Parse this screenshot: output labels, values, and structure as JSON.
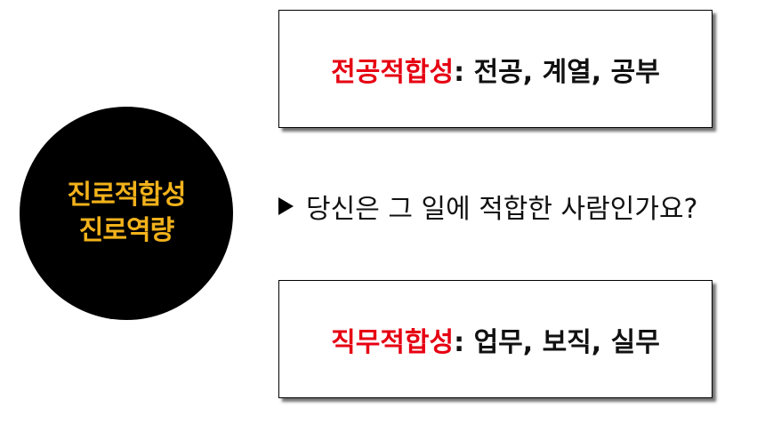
{
  "circle": {
    "line1": "진로적합성",
    "line2": "진로역량"
  },
  "top_box": {
    "highlight": "전공적합성",
    "rest": ": 전공, 계열, 공부"
  },
  "question": {
    "icon": "triangle-right-icon",
    "text": "당신은 그 일에 적합한 사람인가요?"
  },
  "bottom_box": {
    "highlight": "직무적합성",
    "rest": ": 업무, 보직, 실무"
  },
  "colors": {
    "circle_bg": "#000000",
    "circle_text": "#f2b21b",
    "highlight": "#e60012",
    "text": "#111111"
  }
}
